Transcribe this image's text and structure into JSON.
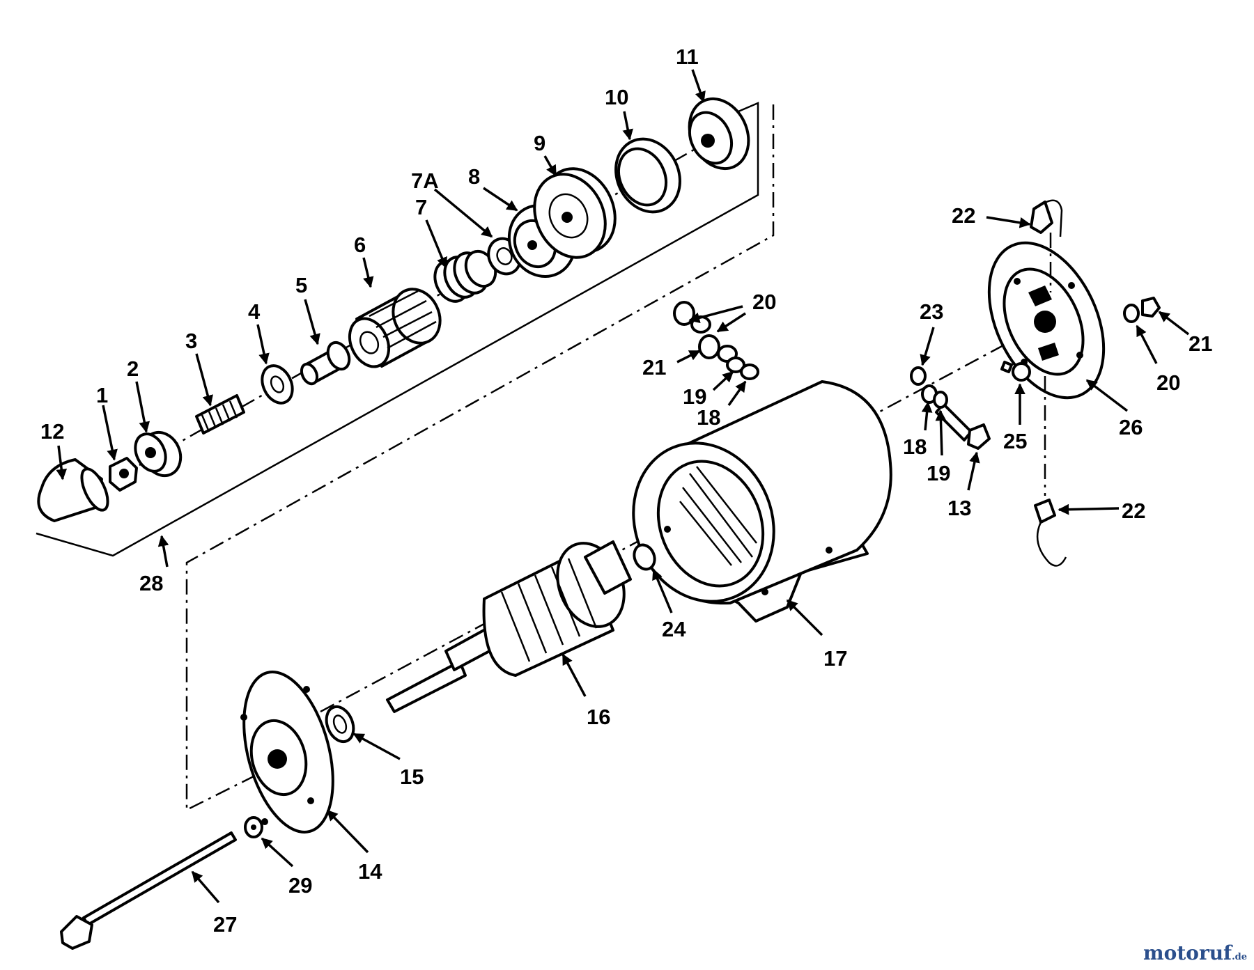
{
  "labels": {
    "p1": "1",
    "p2": "2",
    "p3": "3",
    "p4": "4",
    "p5": "5",
    "p6": "6",
    "p7": "7",
    "p7a": "7A",
    "p8": "8",
    "p9": "9",
    "p10": "10",
    "p11": "11",
    "p12": "12",
    "p13": "13",
    "p14": "14",
    "p15": "15",
    "p16": "16",
    "p17": "17",
    "p18a": "18",
    "p18b": "18",
    "p19a": "19",
    "p19b": "19",
    "p20a": "20",
    "p20b": "20",
    "p21a": "21",
    "p21b": "21",
    "p22a": "22",
    "p22b": "22",
    "p23": "23",
    "p24": "24",
    "p25": "25",
    "p26": "26",
    "p27": "27",
    "p28": "28",
    "p29": "29"
  },
  "watermark": {
    "brand": "motoruf",
    "tld": ".de",
    "color": "#2b4f8c"
  }
}
